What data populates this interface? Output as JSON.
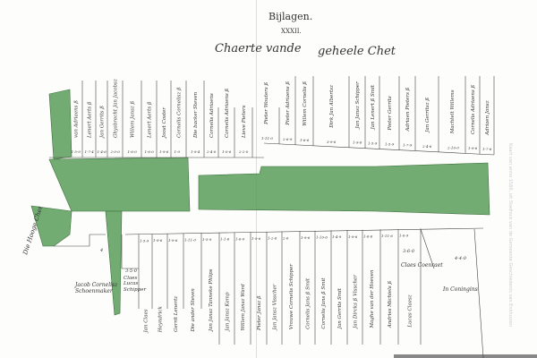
{
  "header": {
    "appendix": "Bijlagen.",
    "number": "XXXII.",
    "title_left": "Chaerte vande",
    "title_right": "geheele Chet"
  },
  "credit": "Kaart van anno 1560, uit Stadhuis van de Gemeente Geschiedenis van Enkhuizen",
  "street_label": "Die Hooge Chet",
  "colors": {
    "street": "#5b9e5a",
    "ink": "#333333",
    "paper": "#fdfdfb"
  },
  "plots_top": [
    {
      "name": "van Adriaens ß",
      "size": "1-5-9"
    },
    {
      "name": "Lenert Aerts ß",
      "size": "1-7-4"
    },
    {
      "name": "Jan Gerrits ß",
      "size": "1-4-6"
    },
    {
      "name": "Ghysbrecht Jan Jacobsz",
      "size": "2-0-0"
    },
    {
      "name": "Willem Jansz ß",
      "size": "1-6-0"
    },
    {
      "name": "Lenert Aerts ß",
      "size": "1-6-0"
    },
    {
      "name": "Joost Coster",
      "size": "1-9-6"
    },
    {
      "name": "Cornelis Cornelisz ß",
      "size": "1-9"
    },
    {
      "name": "Die backer Steven",
      "size": "1-9-4"
    },
    {
      "name": "Cornelis Adriaens",
      "size": "2-4-0"
    },
    {
      "name": "Cornelis Adriaens ß",
      "size": "1-0-6"
    },
    {
      "name": "Lieve Pieters",
      "size": "2-2-0"
    },
    {
      "name": "Pieter Wouters ß",
      "size": "1-11-0"
    },
    {
      "name": "Pieter Adriaens ß",
      "size": "2-6-9"
    },
    {
      "name": "Willem Cornelis ß",
      "size": "1-6-6"
    },
    {
      "name": "Dirk Jan Albertsz",
      "size": "3-9-6"
    },
    {
      "name": "Jan Jansz Schipper",
      "size": "1-9-6"
    },
    {
      "name": "Jan Lenert ß Smit",
      "size": "1-5-9"
    },
    {
      "name": "Pieter Gerrits",
      "size": "1-5-9"
    },
    {
      "name": "Adriaen Pieters ß",
      "size": "1-7-9"
    },
    {
      "name": "Jan Gerritsz ß",
      "size": "2-4-6"
    },
    {
      "name": "Machtelt Willems",
      "size": "2-10-0"
    },
    {
      "name": "Cornelis Adriaens ß",
      "size": "1-9-6"
    },
    {
      "name": "Adriaen Jansz",
      "size": "1-7-6"
    }
  ],
  "plots_bottom": [
    {
      "name": "Jacob Cornelisz Schoenmaker",
      "size": "4"
    },
    {
      "name": "Claes Lucas Schipper",
      "size": "3-5-0"
    },
    {
      "name": "Jan Claes",
      "size": "1-5-9"
    },
    {
      "name": "Heyndrick",
      "size": "1-9-6"
    },
    {
      "name": "Gerrit Lenertz",
      "size": "1-9-6"
    },
    {
      "name": "Die ander Steven",
      "size": "1-11-0"
    },
    {
      "name": "Jan Jansz Tanneke Phlips",
      "size": "1-5-9"
    },
    {
      "name": "Jan Jansz Kemp",
      "size": "1-1-6"
    },
    {
      "name": "Willem Jansz Ward",
      "size": "1-6-0"
    },
    {
      "name": "Pieter Jansz ß",
      "size": "1-9-6"
    },
    {
      "name": "Jan Jansz Visscher",
      "size": "1-2-6"
    },
    {
      "name": "Vrouwe Cornelis Schipper",
      "size": "2-6"
    },
    {
      "name": "Cornelis Jans ß Smit",
      "size": "1-9-6"
    },
    {
      "name": "Cornelis Jans ß Smit",
      "size": "1-10-6"
    },
    {
      "name": "Jan Gerrits Smit",
      "size": "1-4-9"
    },
    {
      "name": "Jan Dircks ß Visscher",
      "size": "1-9-6"
    },
    {
      "name": "Maghe van der Hoeven",
      "size": "1-6-6"
    },
    {
      "name": "Andries Michiels ß",
      "size": "1-11-6"
    },
    {
      "name": "Lucas Claesz",
      "size": "1-6-9"
    }
  ],
  "corner_plots": [
    {
      "name": "Claes Coenraet",
      "size": "3-6-0"
    },
    {
      "name": "In Coningins",
      "size": "4-4-0"
    }
  ]
}
